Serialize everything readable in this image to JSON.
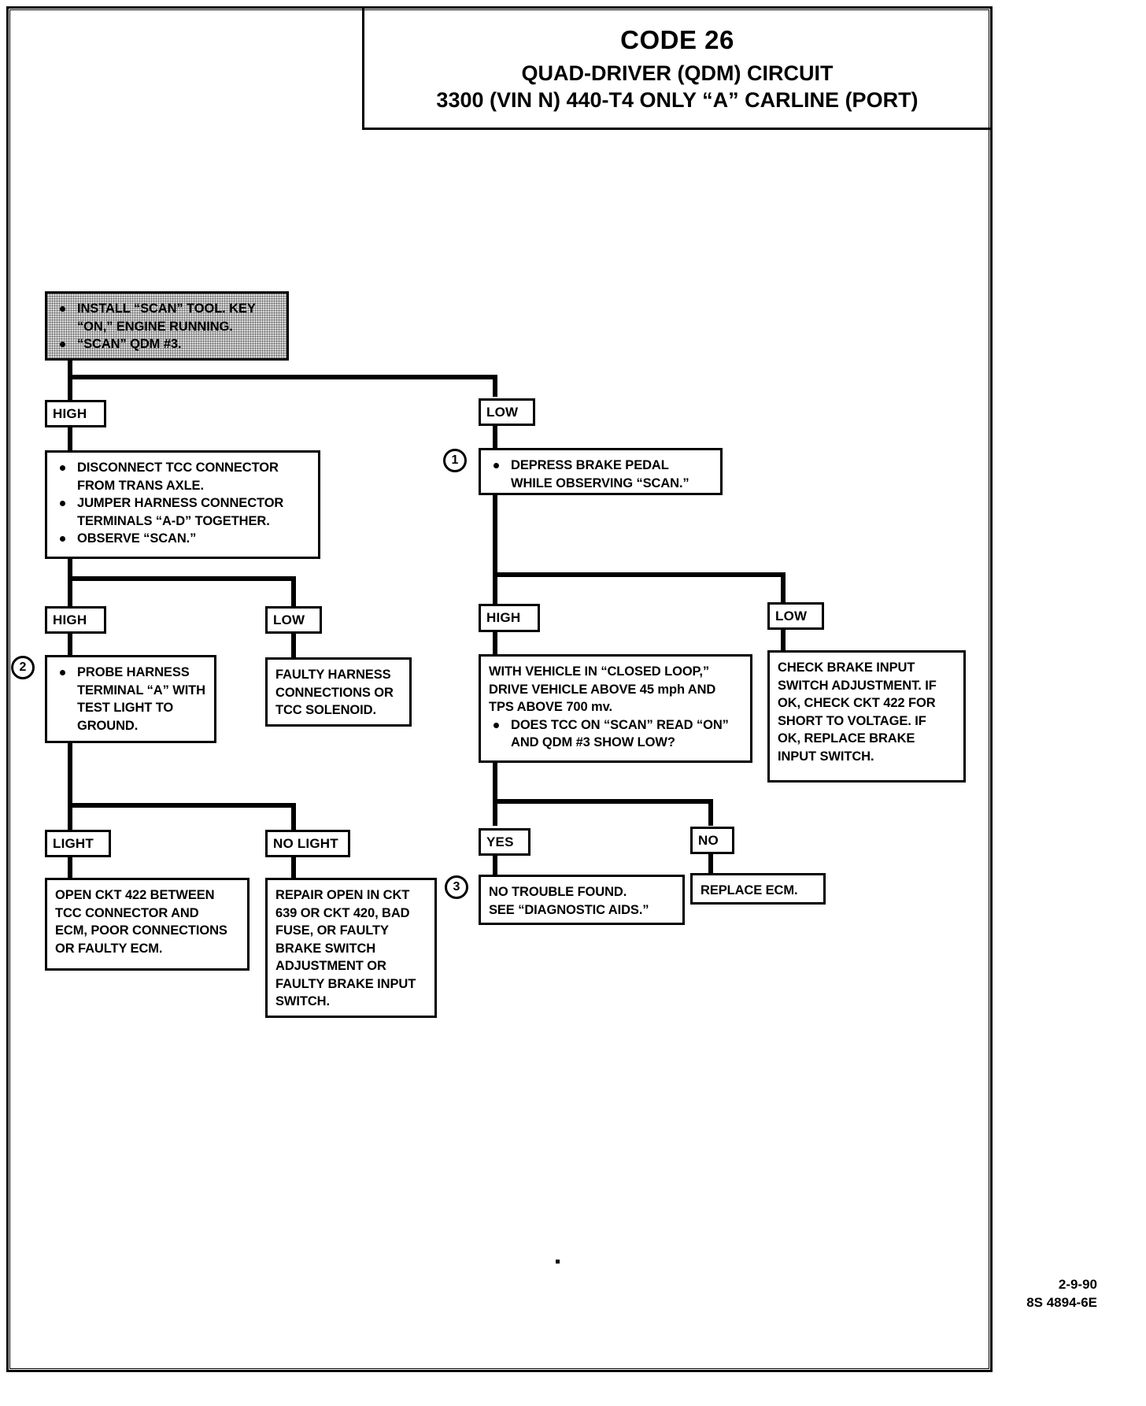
{
  "document": {
    "title_code": "CODE 26",
    "title_line1": "QUAD-DRIVER (QDM) CIRCUIT",
    "title_line2": "3300  (VIN N)  440-T4 ONLY  “A”  CARLINE  (PORT)",
    "footer_date": "2-9-90",
    "footer_part": "8S 4894-6E"
  },
  "flow": {
    "start": {
      "name": "install-scan-tool",
      "bullets": [
        "INSTALL “SCAN” TOOL.  KEY “ON,” ENGINE RUNNING.",
        "“SCAN” QDM #3."
      ]
    },
    "labels": {
      "high1": "HIGH",
      "low1": "LOW",
      "high2": "HIGH",
      "low2": "LOW",
      "high3": "HIGH",
      "low3": "LOW",
      "light": "LIGHT",
      "no_light": "NO LIGHT",
      "yes": "YES",
      "no": "NO"
    },
    "steps": {
      "step1": "1",
      "step2": "2",
      "step3": "3"
    },
    "boxes": {
      "disconnect_tcc": {
        "bullets": [
          "DISCONNECT TCC CONNECTOR FROM TRANS AXLE.",
          "JUMPER HARNESS CONNECTOR TERMINALS “A-D” TOGETHER.",
          "OBSERVE “SCAN.”"
        ]
      },
      "depress_brake": {
        "bullets": [
          "DEPRESS BRAKE PEDAL WHILE OBSERVING “SCAN.”"
        ]
      },
      "probe_harness": {
        "bullets": [
          "PROBE HARNESS TERMINAL “A” WITH TEST LIGHT TO GROUND."
        ]
      },
      "faulty_harness": {
        "lines": [
          "FAULTY HARNESS",
          "CONNECTIONS OR",
          "TCC SOLENOID."
        ]
      },
      "closed_loop": {
        "lines": [
          "WITH VEHICLE IN “CLOSED LOOP,”",
          "DRIVE VEHICLE ABOVE 45 mph AND",
          "TPS ABOVE 700 mv."
        ],
        "bullets": [
          "DOES TCC ON “SCAN” READ “ON” AND QDM #3 SHOW LOW?"
        ]
      },
      "check_brake_input": {
        "lines": [
          "CHECK BRAKE INPUT",
          "SWITCH ADJUSTMENT.  IF",
          "OK, CHECK CKT 422 FOR",
          "SHORT TO VOLTAGE.  IF",
          "OK, REPLACE BRAKE",
          "INPUT SWITCH."
        ]
      },
      "open_ckt_422": {
        "lines": [
          "OPEN CKT 422 BETWEEN",
          "TCC CONNECTOR AND",
          "ECM, POOR CONNECTIONS",
          "OR FAULTY ECM."
        ]
      },
      "repair_open": {
        "lines": [
          "REPAIR OPEN IN CKT",
          "639 OR CKT 420, BAD",
          "FUSE, OR FAULTY",
          "BRAKE  SWITCH",
          "ADJUSTMENT OR",
          "FAULTY BRAKE INPUT",
          "SWITCH."
        ]
      },
      "no_trouble": {
        "lines": [
          "NO TROUBLE FOUND.",
          "SEE “DIAGNOSTIC AIDS.”"
        ]
      },
      "replace_ecm": {
        "lines": [
          "REPLACE ECM."
        ]
      }
    }
  }
}
